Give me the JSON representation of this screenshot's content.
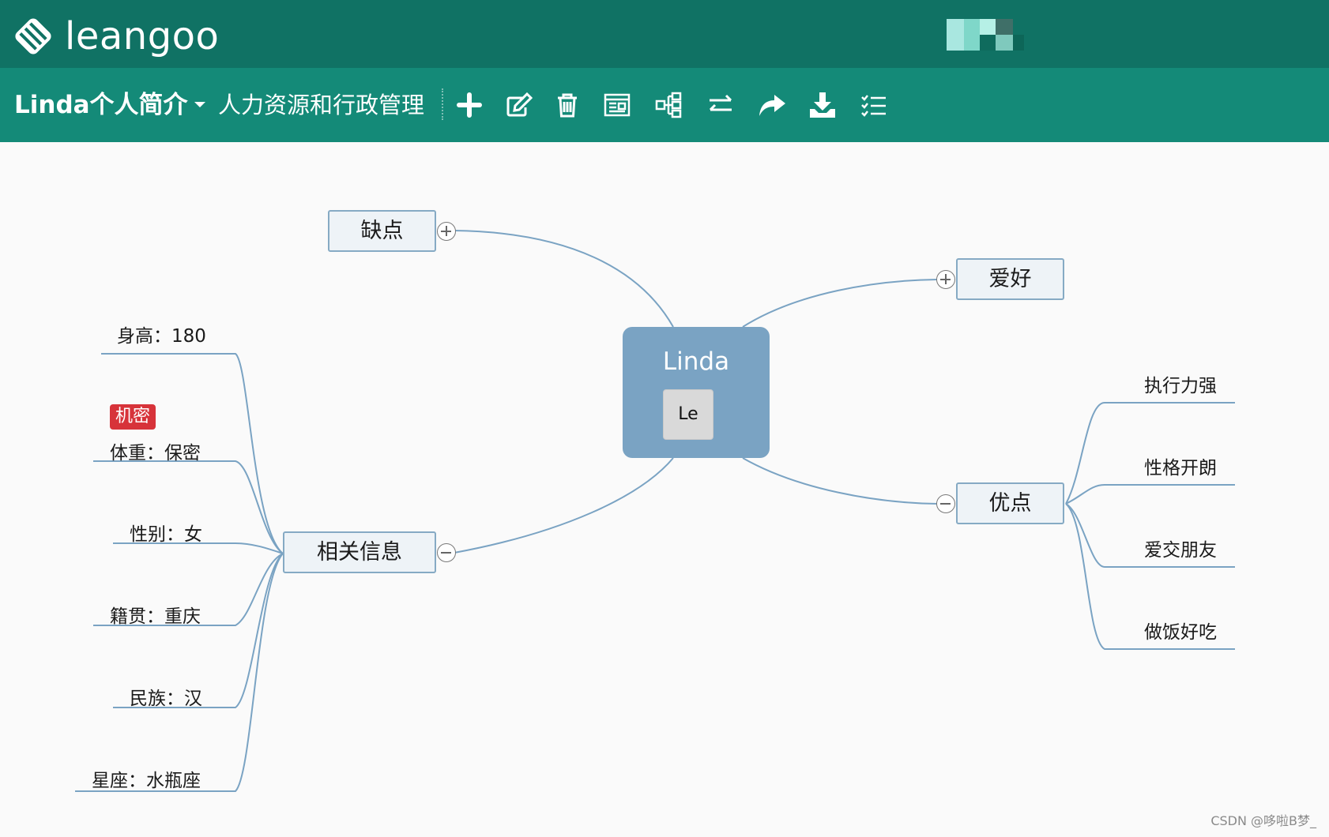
{
  "header": {
    "brand": "leangoo",
    "logo_icon": "diamond-stripes-logo-icon",
    "avatar_colors": [
      "#a9e7e0",
      "#7fd7c9",
      "#3f9b8e",
      "#0f6b5d",
      "#6fc9b9"
    ]
  },
  "toolbar": {
    "doc_title": "Linda个人简介",
    "doc_subtitle": "人力资源和行政管理",
    "buttons": [
      {
        "name": "add",
        "icon": "plus-icon"
      },
      {
        "name": "edit",
        "icon": "edit-icon"
      },
      {
        "name": "delete",
        "icon": "trash-icon"
      },
      {
        "name": "note",
        "icon": "window-icon"
      },
      {
        "name": "structure",
        "icon": "mindmap-structure-icon"
      },
      {
        "name": "swap",
        "icon": "swap-arrows-icon"
      },
      {
        "name": "share",
        "icon": "share-arrow-icon"
      },
      {
        "name": "download",
        "icon": "download-icon"
      },
      {
        "name": "list",
        "icon": "checklist-icon"
      }
    ],
    "colors": {
      "header_bg": "#107264",
      "toolbar_bg": "#148a78"
    }
  },
  "mindmap": {
    "root": {
      "label": "Linda",
      "avatar": "Le",
      "color": "#7aa3c3"
    },
    "branches": {
      "shortcomings": {
        "label": "缺点",
        "toggle": "expand"
      },
      "hobbies": {
        "label": "爱好",
        "toggle": "expand"
      },
      "strengths": {
        "label": "优点",
        "toggle": "collapse",
        "children": [
          "执行力强",
          "性格开朗",
          "爱交朋友",
          "做饭好吃"
        ]
      },
      "info": {
        "label": "相关信息",
        "toggle": "collapse",
        "children": [
          "身高：180",
          "体重：保密",
          "性别：女",
          "籍贯：重庆",
          "民族：汉",
          "星座：水瓶座"
        ],
        "confidential_tag": "机密"
      }
    },
    "link_color": "#7aa3c3",
    "tag_color": "#d7333a"
  },
  "watermark": "CSDN @哆啦B梦_"
}
